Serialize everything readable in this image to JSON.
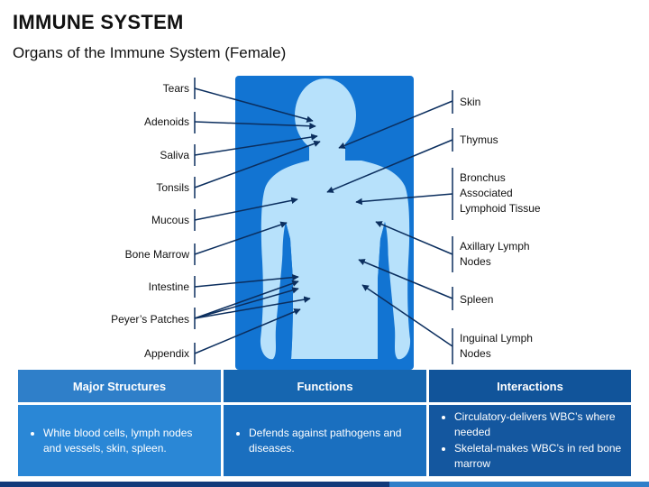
{
  "page": {
    "title": "IMMUNE SYSTEM",
    "subtitle": "Organs of the Immune System (Female)"
  },
  "diagram": {
    "panel_color": "#1274d2",
    "body_color": "#b7e1fb",
    "left_labels": [
      {
        "id": "tears",
        "text": "Tears"
      },
      {
        "id": "adenoids",
        "text": "Adenoids"
      },
      {
        "id": "saliva",
        "text": "Saliva"
      },
      {
        "id": "tonsils",
        "text": "Tonsils"
      },
      {
        "id": "mucous",
        "text": "Mucous"
      },
      {
        "id": "bone-marrow",
        "text": "Bone Marrow"
      },
      {
        "id": "intestine",
        "text": "Intestine"
      },
      {
        "id": "peyers-patches",
        "text": "Peyer’s Patches"
      },
      {
        "id": "appendix",
        "text": "Appendix"
      }
    ],
    "right_labels": [
      {
        "id": "skin",
        "lines": [
          "Skin"
        ]
      },
      {
        "id": "thymus",
        "lines": [
          "Thymus"
        ]
      },
      {
        "id": "balt",
        "lines": [
          "Bronchus",
          "Associated",
          "Lymphoid Tissue"
        ]
      },
      {
        "id": "axillary",
        "lines": [
          "Axillary Lymph",
          "Nodes"
        ]
      },
      {
        "id": "spleen",
        "lines": [
          "Spleen"
        ]
      },
      {
        "id": "inguinal",
        "lines": [
          "Inguinal Lymph",
          "Nodes"
        ]
      }
    ]
  },
  "table": {
    "headers": [
      "Major Structures",
      "Functions",
      "Interactions"
    ],
    "cells": [
      [
        "White blood cells, lymph nodes and vessels, skin, spleen."
      ],
      [
        "Defends against pathogens and diseases."
      ],
      [
        "Circulatory-delivers WBC’s where needed",
        "Skeletal-makes WBC’s in red bone marrow"
      ]
    ]
  }
}
